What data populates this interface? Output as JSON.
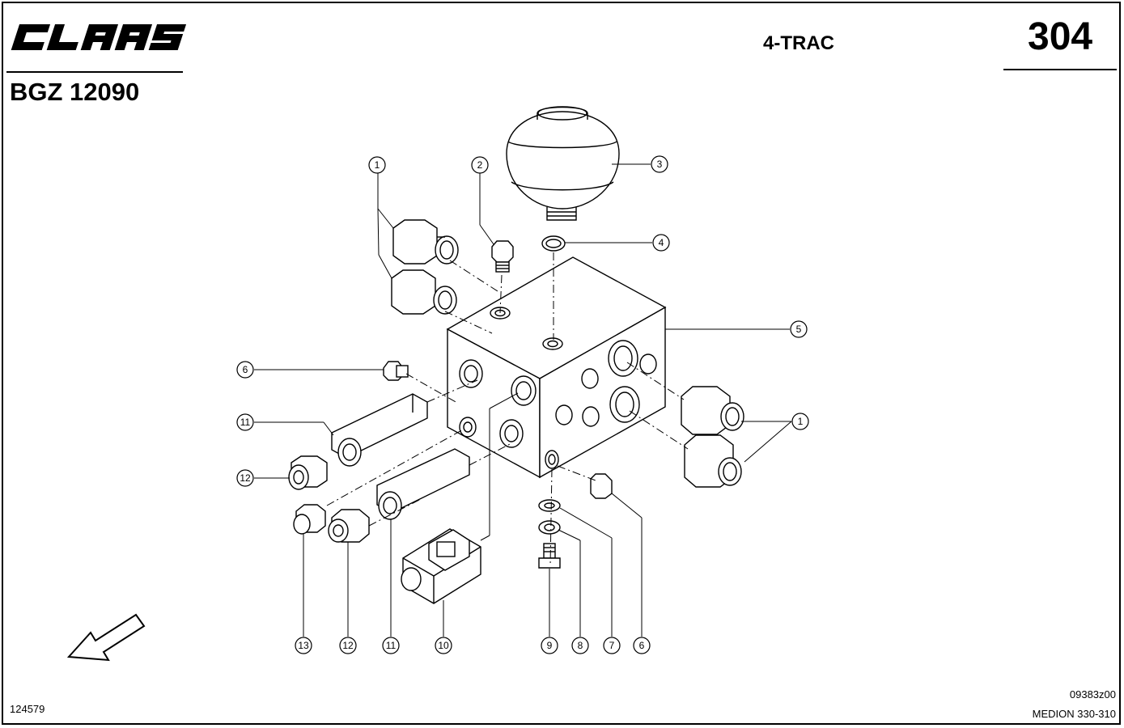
{
  "header": {
    "brand": "CLAAS",
    "title": "4-TRAC",
    "page_number": "304",
    "doc_code": "BGZ 12090"
  },
  "footer": {
    "ref_left": "124579",
    "ref_right_top": "09383z00",
    "ref_right_bottom": "MEDION 330-310"
  },
  "callouts": [
    {
      "id": "c1a",
      "label": "1"
    },
    {
      "id": "c2",
      "label": "2"
    },
    {
      "id": "c3",
      "label": "3"
    },
    {
      "id": "c4",
      "label": "4"
    },
    {
      "id": "c5",
      "label": "5"
    },
    {
      "id": "c6a",
      "label": "6"
    },
    {
      "id": "c1b",
      "label": "1"
    },
    {
      "id": "c11a",
      "label": "11"
    },
    {
      "id": "c12a",
      "label": "12"
    },
    {
      "id": "c13",
      "label": "13"
    },
    {
      "id": "c12b",
      "label": "12"
    },
    {
      "id": "c11b",
      "label": "11"
    },
    {
      "id": "c10",
      "label": "10"
    },
    {
      "id": "c9",
      "label": "9"
    },
    {
      "id": "c8",
      "label": "8"
    },
    {
      "id": "c7",
      "label": "7"
    },
    {
      "id": "c6b",
      "label": "6"
    }
  ]
}
